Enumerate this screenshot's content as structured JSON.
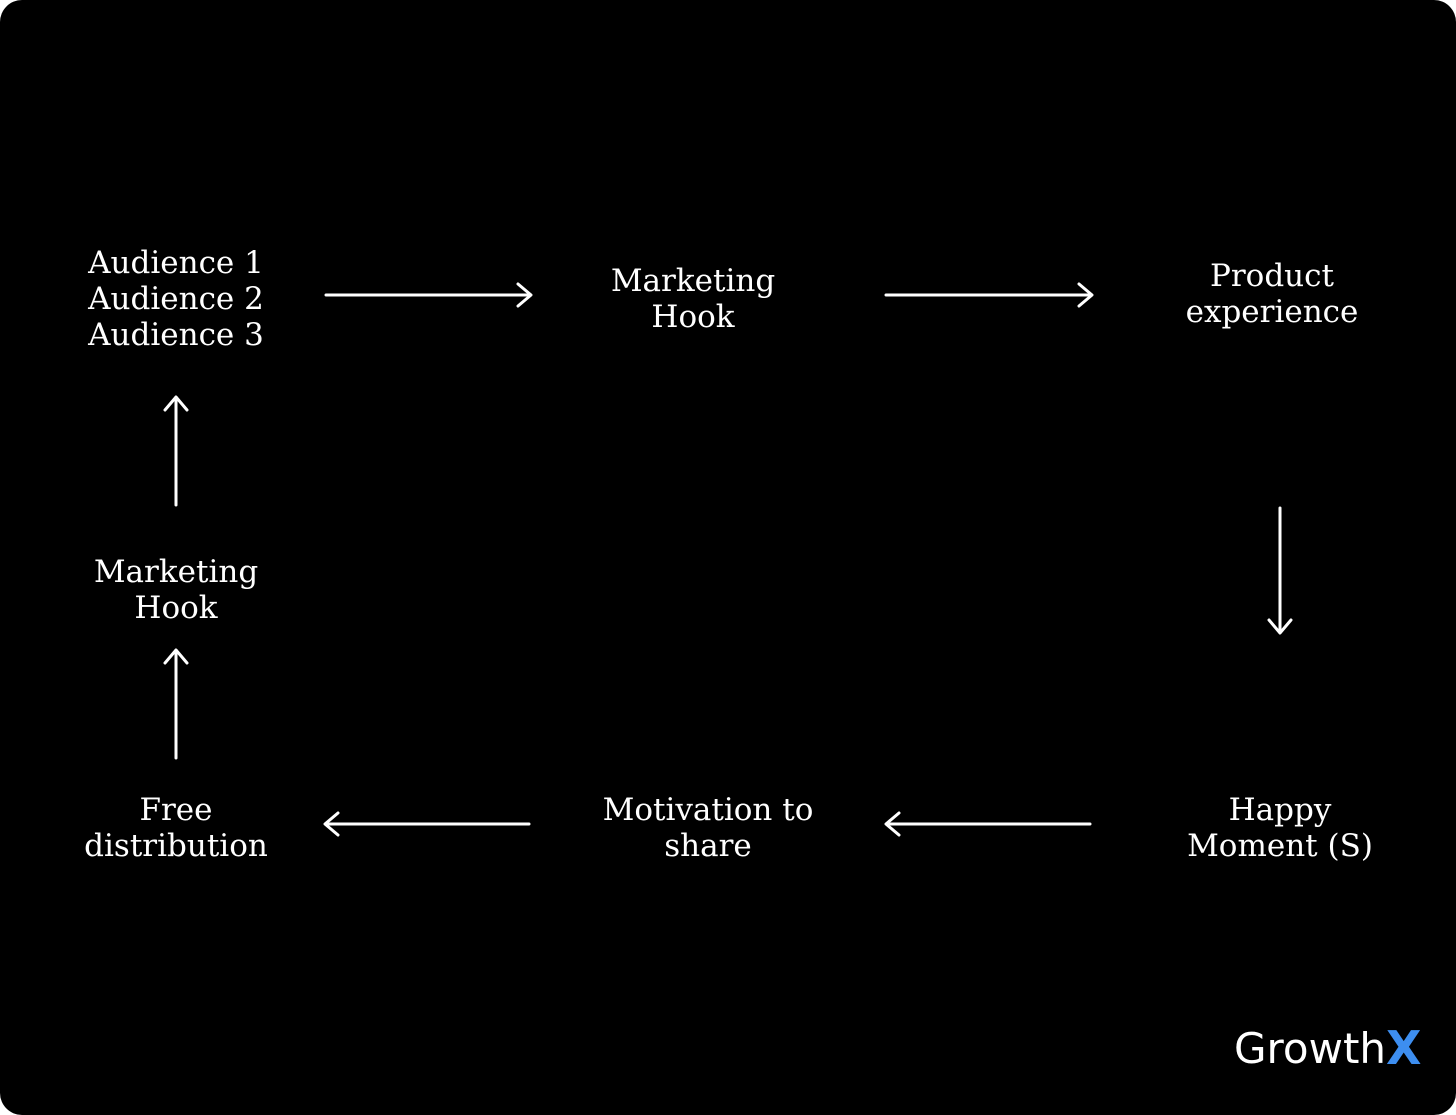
{
  "nodes": {
    "audiences": [
      "Audience 1",
      "Audience 2",
      "Audience 3"
    ],
    "hook_top": [
      "Marketing",
      "Hook"
    ],
    "product": [
      "Product",
      "experience"
    ],
    "happy": [
      "Happy",
      "Moment (S)"
    ],
    "motivation": [
      "Motivation to",
      "share"
    ],
    "free": [
      "Free",
      "distribution"
    ],
    "hook_left": [
      "Marketing",
      "Hook"
    ]
  },
  "logo": {
    "text": "Growth",
    "accent": "X",
    "accent_color": "#3d8ef0"
  },
  "colors": {
    "background": "#000000",
    "foreground": "#ffffff"
  }
}
